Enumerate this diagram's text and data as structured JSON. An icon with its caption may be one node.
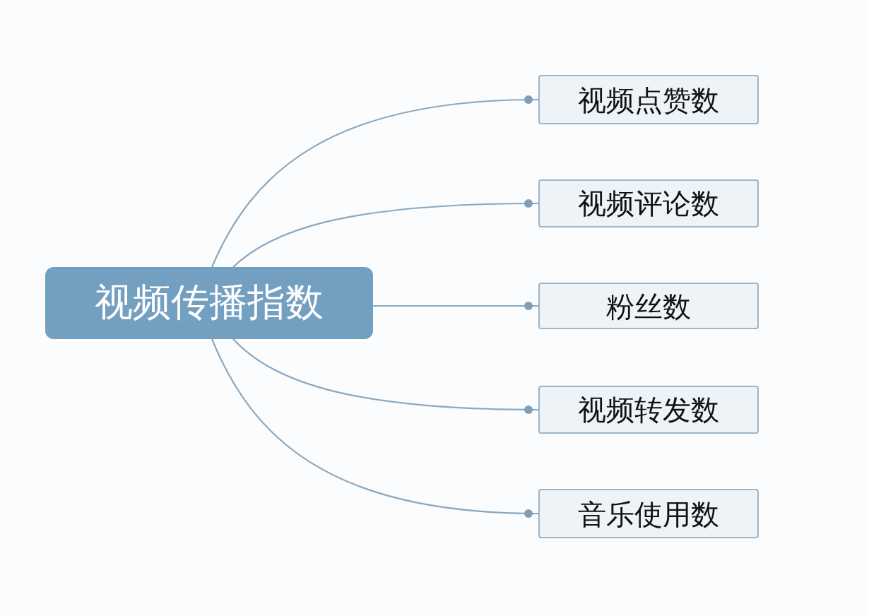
{
  "diagram": {
    "nodes": [
      {
        "text": [
          "视频传播指数"
        ]
      },
      {
        "text": [
          "视频点赞数"
        ]
      },
      {
        "text": [
          "视频评论数"
        ]
      },
      {
        "text": [
          "粉丝数"
        ]
      },
      {
        "text": [
          "视频转发数"
        ]
      },
      {
        "text": [
          "音乐使用数"
        ]
      }
    ],
    "edges": [
      {
        "from": 0,
        "to": 1,
        "arrow": "other"
      },
      {
        "from": 0,
        "to": 2,
        "arrow": "other"
      },
      {
        "from": 0,
        "to": 3,
        "arrow": "other"
      },
      {
        "from": 0,
        "to": 4,
        "arrow": "other"
      },
      {
        "from": 0,
        "to": 5,
        "arrow": "other"
      }
    ]
  }
}
